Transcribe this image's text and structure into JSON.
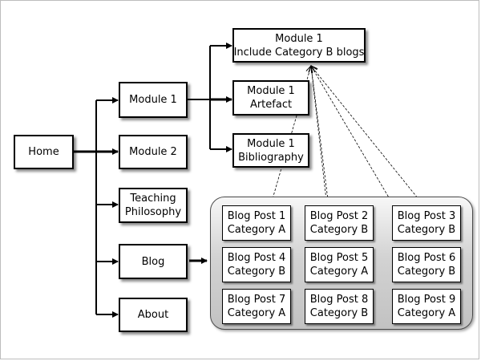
{
  "nodes": {
    "home": "Home",
    "module1": "Module 1",
    "module2": "Module 2",
    "teaching": [
      "Teaching",
      "Philosophy"
    ],
    "blog": "Blog",
    "about": "About",
    "mod_include": [
      "Module 1",
      "Include Category B blogs"
    ],
    "mod_artefact": [
      "Module 1",
      "Artefact"
    ],
    "mod_biblio": [
      "Module 1",
      "Bibliography"
    ]
  },
  "blog_posts": [
    {
      "title": "Blog Post 1",
      "category": "Category A"
    },
    {
      "title": "Blog Post 2",
      "category": "Category B"
    },
    {
      "title": "Blog Post 3",
      "category": "Category B"
    },
    {
      "title": "Blog Post 4",
      "category": "Category B"
    },
    {
      "title": "Blog Post 5",
      "category": "Category A"
    },
    {
      "title": "Blog Post 6",
      "category": "Category B"
    },
    {
      "title": "Blog Post 7",
      "category": "Category A"
    },
    {
      "title": "Blog Post 8",
      "category": "Category B"
    },
    {
      "title": "Blog Post 9",
      "category": "Category A"
    }
  ],
  "colors": {
    "line": "#000000",
    "panel_border": "#4a4a4a"
  }
}
